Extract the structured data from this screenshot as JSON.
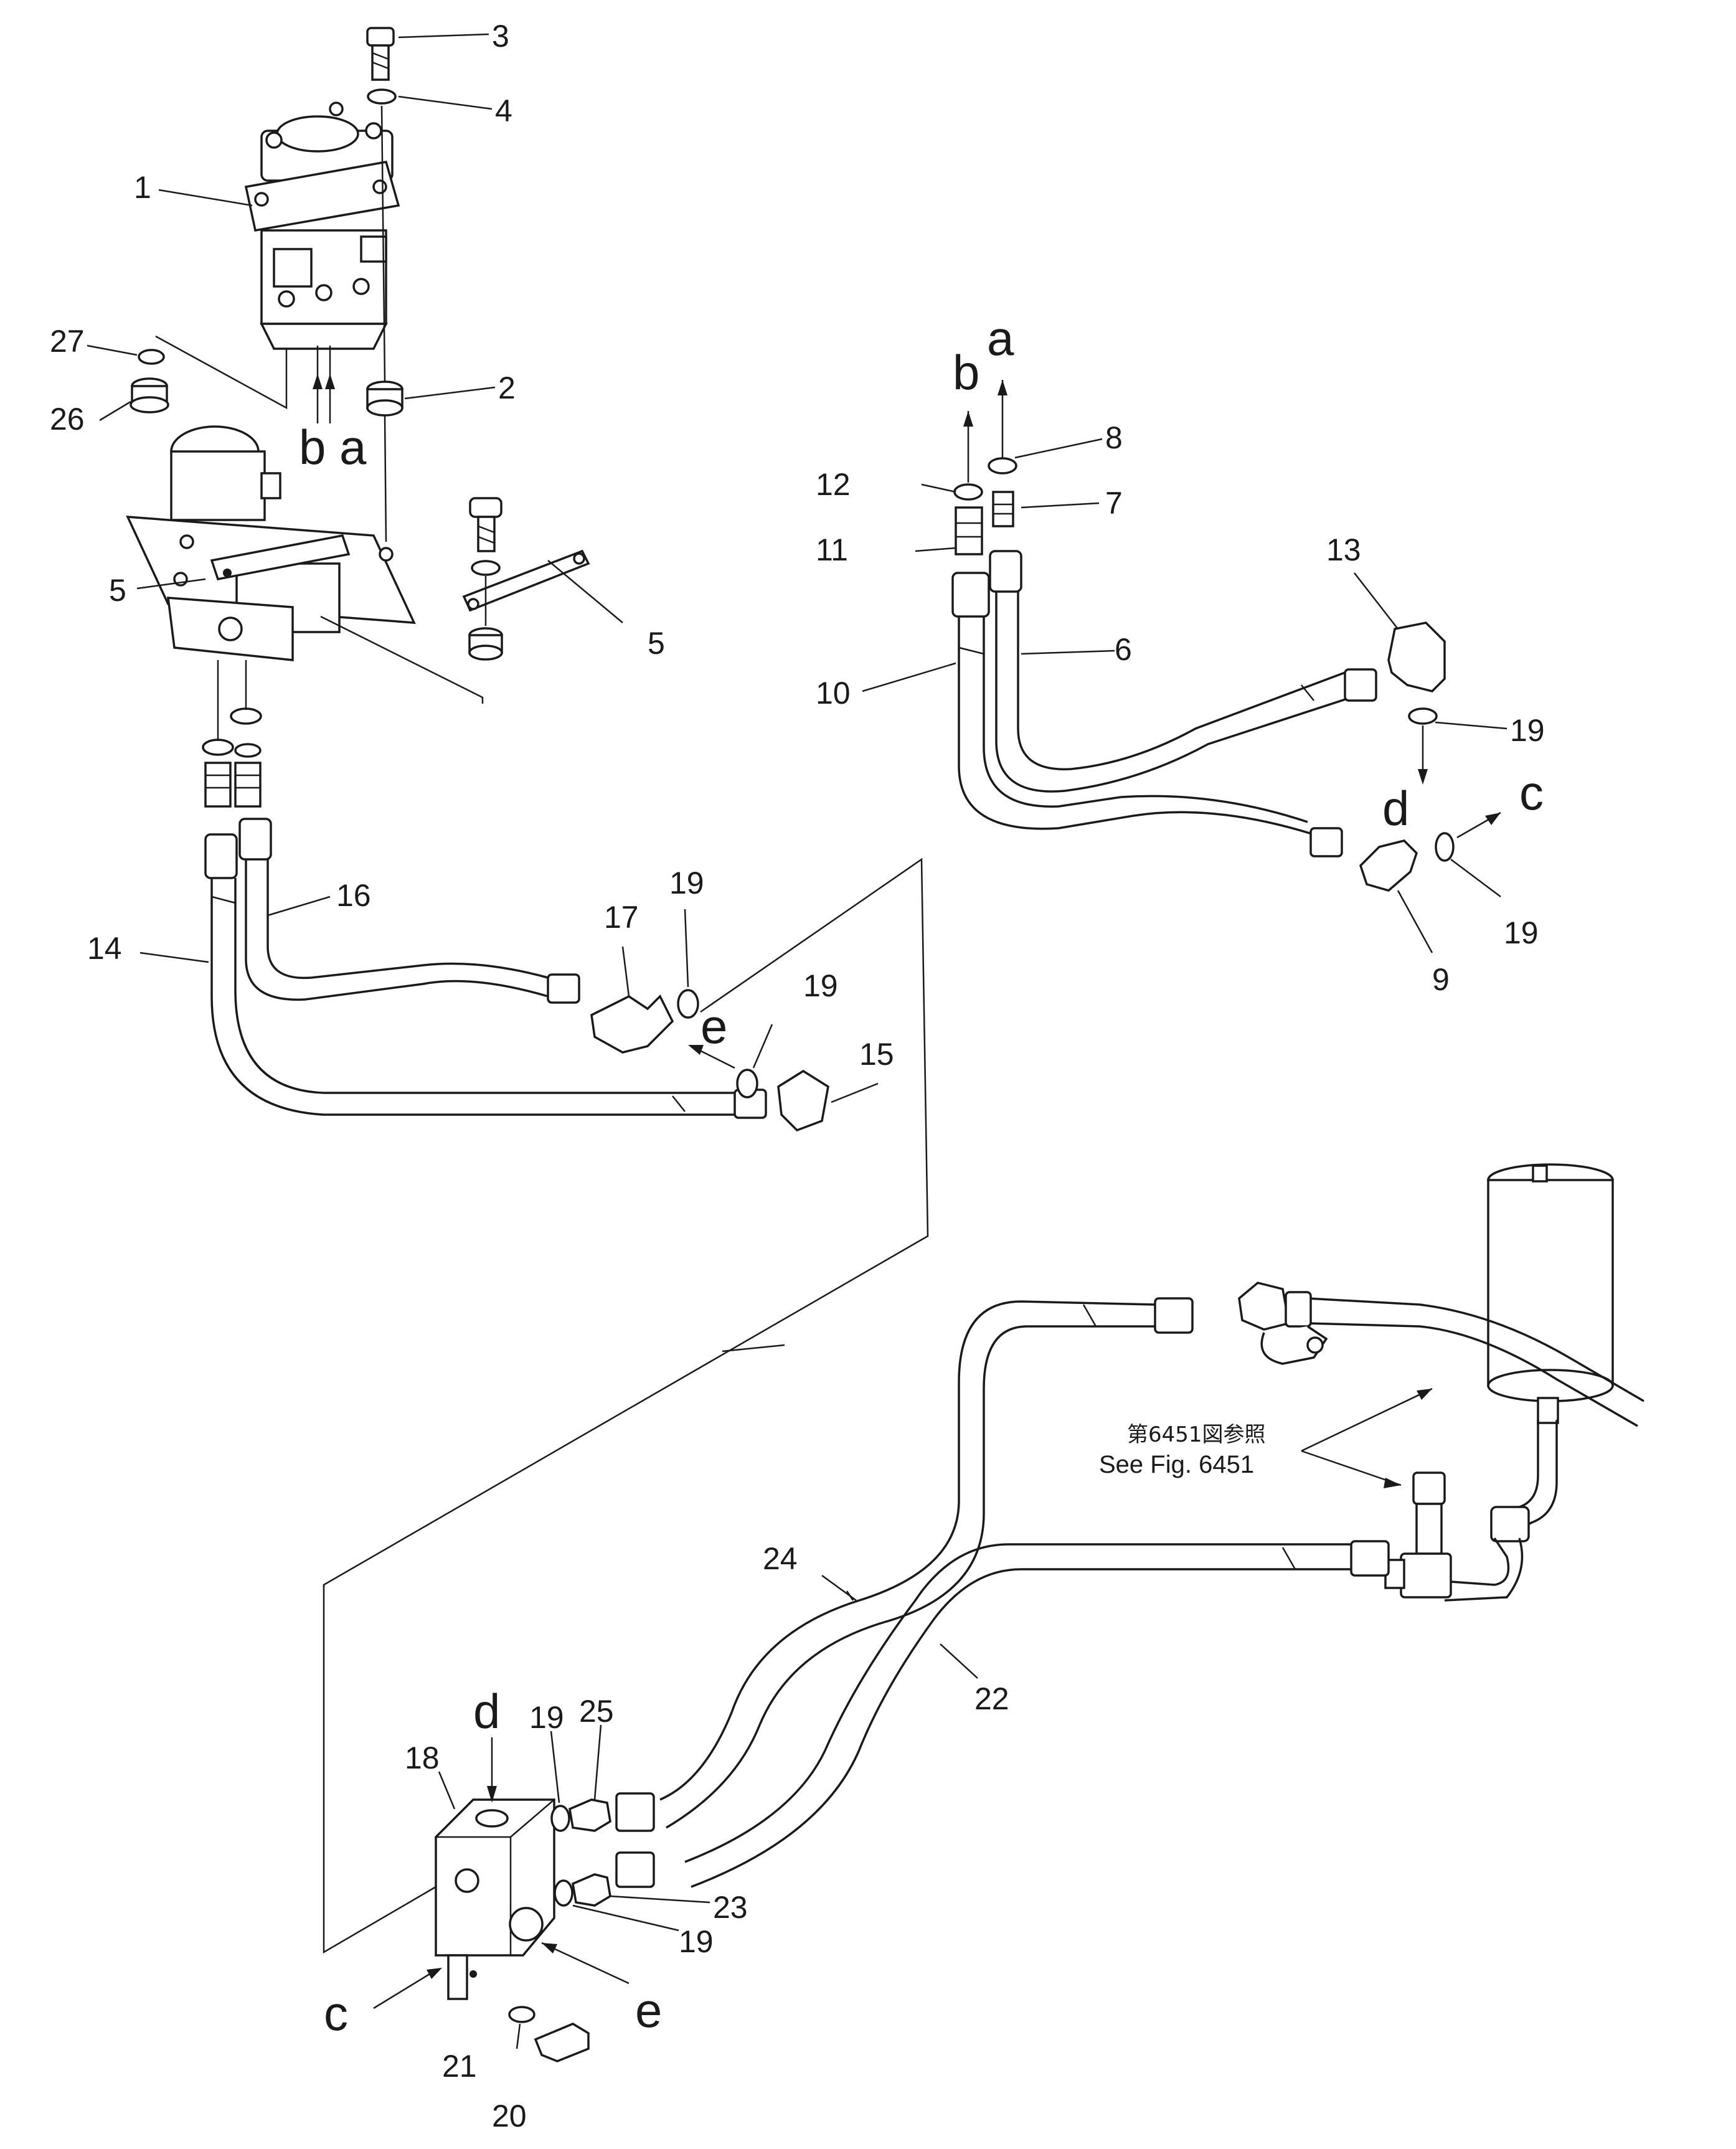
{
  "callouts": [
    {
      "id": "3",
      "text": "3"
    },
    {
      "id": "4",
      "text": "4"
    },
    {
      "id": "1",
      "text": "1"
    },
    {
      "id": "2",
      "text": "2"
    },
    {
      "id": "27",
      "text": "27"
    },
    {
      "id": "26",
      "text": "26"
    },
    {
      "id": "5a",
      "text": "5"
    },
    {
      "id": "5b",
      "text": "5"
    },
    {
      "id": "16",
      "text": "16"
    },
    {
      "id": "14",
      "text": "14"
    },
    {
      "id": "17",
      "text": "17"
    },
    {
      "id": "19a",
      "text": "19"
    },
    {
      "id": "19b",
      "text": "19"
    },
    {
      "id": "15",
      "text": "15"
    },
    {
      "id": "8",
      "text": "8"
    },
    {
      "id": "12",
      "text": "12"
    },
    {
      "id": "7",
      "text": "7"
    },
    {
      "id": "11",
      "text": "11"
    },
    {
      "id": "13",
      "text": "13"
    },
    {
      "id": "10",
      "text": "10"
    },
    {
      "id": "6",
      "text": "6"
    },
    {
      "id": "19c",
      "text": "19"
    },
    {
      "id": "19d",
      "text": "19"
    },
    {
      "id": "9",
      "text": "9"
    },
    {
      "id": "24",
      "text": "24"
    },
    {
      "id": "22",
      "text": "22"
    },
    {
      "id": "25",
      "text": "25"
    },
    {
      "id": "19e",
      "text": "19"
    },
    {
      "id": "18",
      "text": "18"
    },
    {
      "id": "23",
      "text": "23"
    },
    {
      "id": "19f",
      "text": "19"
    },
    {
      "id": "21",
      "text": "21"
    },
    {
      "id": "20",
      "text": "20"
    }
  ],
  "connection_letters": {
    "b_upper": "b",
    "a_upper": "a",
    "a_right": "a",
    "b_right": "b",
    "d_right": "d",
    "c_right": "c",
    "e_left": "e",
    "d_lower": "d",
    "c_lower": "c",
    "e_lower": "e"
  },
  "reference_note": {
    "japanese": "第6451図参照",
    "english": "See Fig. 6451"
  }
}
